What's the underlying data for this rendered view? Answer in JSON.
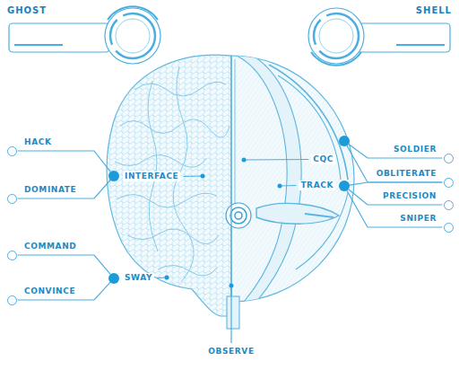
{
  "diagram": {
    "nodes": [
      {
        "text": [
          "HACK"
        ]
      },
      {
        "text": [
          "DOMINATE"
        ]
      },
      {
        "text": [
          "COMMAND"
        ]
      },
      {
        "text": [
          "CONVINCE"
        ]
      },
      {
        "text": [
          "INTERFACE"
        ]
      },
      {
        "text": [
          "SWAY"
        ]
      },
      {
        "text": [
          "CQC"
        ]
      },
      {
        "text": [
          "TRACK"
        ]
      },
      {
        "text": [
          "SOLDIER"
        ]
      },
      {
        "text": [
          "OBLITERATE"
        ]
      },
      {
        "text": [
          "PRECISION"
        ]
      },
      {
        "text": [
          "SNIPER"
        ]
      }
    ],
    "edges": [
      {
        "from": 4,
        "to": 0,
        "arrow": "none"
      },
      {
        "from": 4,
        "to": 1,
        "arrow": "none"
      },
      {
        "from": 5,
        "to": 2,
        "arrow": "none"
      },
      {
        "from": 5,
        "to": 3,
        "arrow": "none"
      },
      {
        "from": 6,
        "to": 8,
        "arrow": "none"
      },
      {
        "from": 6,
        "to": 9,
        "arrow": "none"
      },
      {
        "from": 7,
        "to": 9,
        "arrow": "none"
      },
      {
        "from": 7,
        "to": 10,
        "arrow": "none"
      },
      {
        "from": 7,
        "to": 11,
        "arrow": "none"
      }
    ],
    "labels": [
      "GHOST",
      "SHELL",
      "OBSERVE"
    ]
  }
}
